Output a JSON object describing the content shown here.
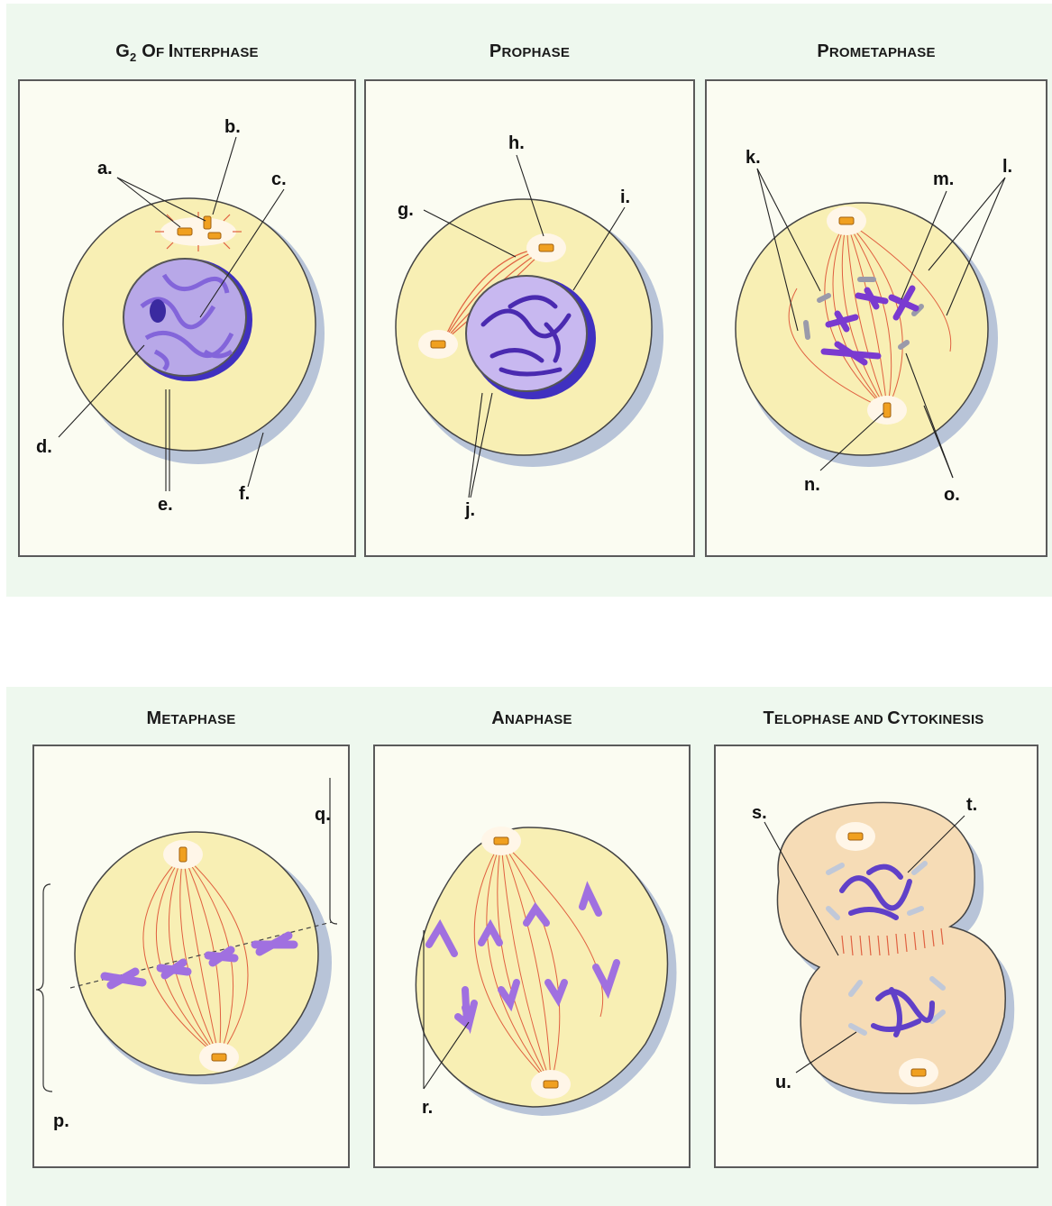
{
  "top_row": {
    "g2": {
      "title_g": "G",
      "title_sub": "2",
      "title_rest_1": " O",
      "title_rest_1_sc": "F ",
      "title_rest_2": "I",
      "title_rest_2_sc": "NTERPHASE"
    },
    "prophase": {
      "title_cap": "P",
      "title_sc": "ROPHASE"
    },
    "prometaphase": {
      "title_cap": "P",
      "title_sc": "ROMETAPHASE"
    }
  },
  "bottom_row": {
    "metaphase": {
      "title_cap": "M",
      "title_sc": "ETAPHASE"
    },
    "anaphase": {
      "title_cap": "A",
      "title_sc": "NAPHASE"
    },
    "telophase": {
      "title_cap1": "T",
      "title_sc1": "ELOPHASE AND ",
      "title_cap2": "C",
      "title_sc2": "YTOKINESIS"
    }
  },
  "labels": {
    "a": "a.",
    "b": "b.",
    "c": "c.",
    "d": "d.",
    "e": "e.",
    "f": "f.",
    "g": "g.",
    "h": "h.",
    "i": "i.",
    "j": "j.",
    "k": "k.",
    "l": "l.",
    "m": "m.",
    "n": "n.",
    "o": "o.",
    "p": "p.",
    "q": "q.",
    "r": "r.",
    "s": "s.",
    "t": "t.",
    "u": "u."
  },
  "colors": {
    "cytoplasm": "#f8efb4",
    "telophase_cytoplasm": "#f6dcb6",
    "shadow": "#b8c4d8",
    "chromosome": "#9058d8",
    "chromatin": "#6040c8",
    "spindle": "#e06040",
    "centrosome": "#f0a020",
    "background": "#eef8ee"
  }
}
